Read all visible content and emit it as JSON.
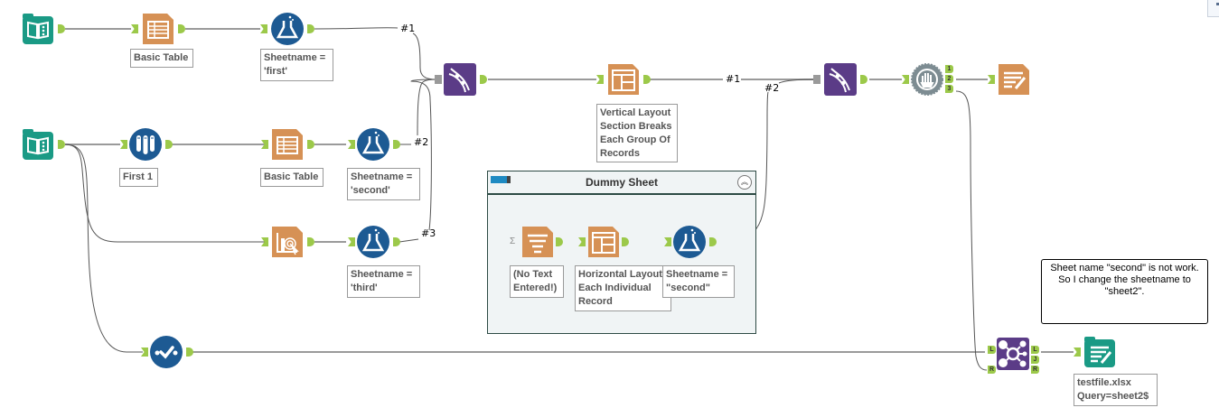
{
  "canvas": {
    "tools": {
      "input1": {
        "icon": "input-data-icon",
        "color": "#1a9a85"
      },
      "basic_table1": {
        "icon": "basic-table-icon",
        "color": "#d69155",
        "annotation": "Basic Table"
      },
      "formula1": {
        "icon": "formula-icon",
        "color": "#1d5a93",
        "annotation": "Sheetname =\n'first'"
      },
      "input2": {
        "icon": "input-data-icon",
        "color": "#1a9a85"
      },
      "sample1": {
        "icon": "sample-icon",
        "color": "#1d5a93",
        "annotation": "First 1"
      },
      "basic_table2": {
        "icon": "basic-table-icon",
        "color": "#d69155",
        "annotation": "Basic Table"
      },
      "formula2": {
        "icon": "formula-icon",
        "color": "#1d5a93",
        "annotation": "Sheetname =\n'second'"
      },
      "interactive_chart": {
        "icon": "interactive-chart-icon",
        "color": "#d69155"
      },
      "formula3": {
        "icon": "formula-icon",
        "color": "#1d5a93",
        "annotation": "Sheetname =\n'third'"
      },
      "union1": {
        "icon": "union-icon",
        "color": "#5b3c87"
      },
      "layout1": {
        "icon": "layout-icon",
        "color": "#d69155",
        "annotation": "Vertical Layout\nSection Breaks\nEach Group Of\nRecords"
      },
      "union2": {
        "icon": "union-icon",
        "color": "#5b3c87"
      },
      "block_until_done": {
        "icon": "block-until-done-icon",
        "color": "#7d8c92",
        "outputs": [
          "1",
          "2",
          "3"
        ]
      },
      "render": {
        "icon": "render-icon",
        "color": "#d69155"
      },
      "select_records": {
        "icon": "select-records-icon",
        "color": "#1d5a93"
      },
      "join": {
        "icon": "join-icon",
        "color": "#5b3c87",
        "inputs": [
          "L",
          "R"
        ],
        "outputs": [
          "L",
          "J",
          "R"
        ]
      },
      "output": {
        "icon": "output-data-icon",
        "color": "#1a9a85",
        "annotation": "testfile.xlsx\nQuery=sheet2$"
      }
    },
    "wire_labels": {
      "w1": "#1",
      "w2": "#2",
      "w3": "#3",
      "w4": "#1",
      "w5": "#2"
    },
    "container": {
      "title": "Dummy Sheet",
      "collapse_symbol": "︽",
      "tools": {
        "text": {
          "icon": "text-input-icon",
          "color": "#d69155",
          "annotation": "(No Text\nEntered!)",
          "anchor": "Σ"
        },
        "layout2": {
          "icon": "layout-icon",
          "color": "#d69155",
          "annotation": "Horizontal Layout\nEach Individual\nRecord"
        },
        "formula4": {
          "icon": "formula-icon",
          "color": "#1d5a93",
          "annotation": "Sheetname =\n\"second\""
        }
      }
    },
    "comment": {
      "text": "Sheet name \"second\" is not work.\nSo I change the sheetname to\n\"sheet2\"."
    }
  }
}
